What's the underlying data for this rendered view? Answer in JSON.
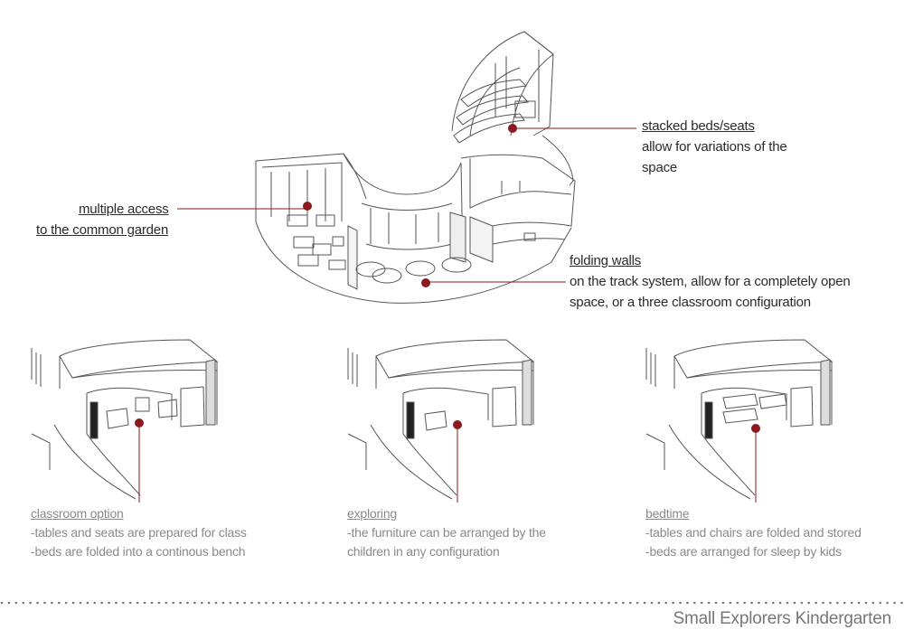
{
  "annotations": {
    "stacked_beds": {
      "title": "stacked beds/seats",
      "lines": [
        "allow for variations of the",
        "space"
      ]
    },
    "multiple_access": {
      "lines": [
        "multiple access",
        "to the common garden"
      ]
    },
    "folding_walls": {
      "title": "folding walls",
      "lines": [
        "on the track system, allow  for a completely open",
        "space, or a three classroom configuration"
      ]
    }
  },
  "scenarios": [
    {
      "title": "classroom option",
      "lines": [
        "-tables and seats are prepared for class",
        "-beds are folded into a continous bench"
      ]
    },
    {
      "title": "exploring",
      "lines": [
        "-the furniture can be arranged by the",
        "children in any configuration"
      ]
    },
    {
      "title": "bedtime",
      "lines": [
        "-tables and chairs are folded and stored",
        "-beds are arranged for sleep by kids"
      ]
    }
  ],
  "footer": {
    "title": "Small Explorers Kindergarten"
  },
  "colors": {
    "marker": "#8b1a1f",
    "line": "#555555",
    "caption": "#8a8a8a"
  }
}
